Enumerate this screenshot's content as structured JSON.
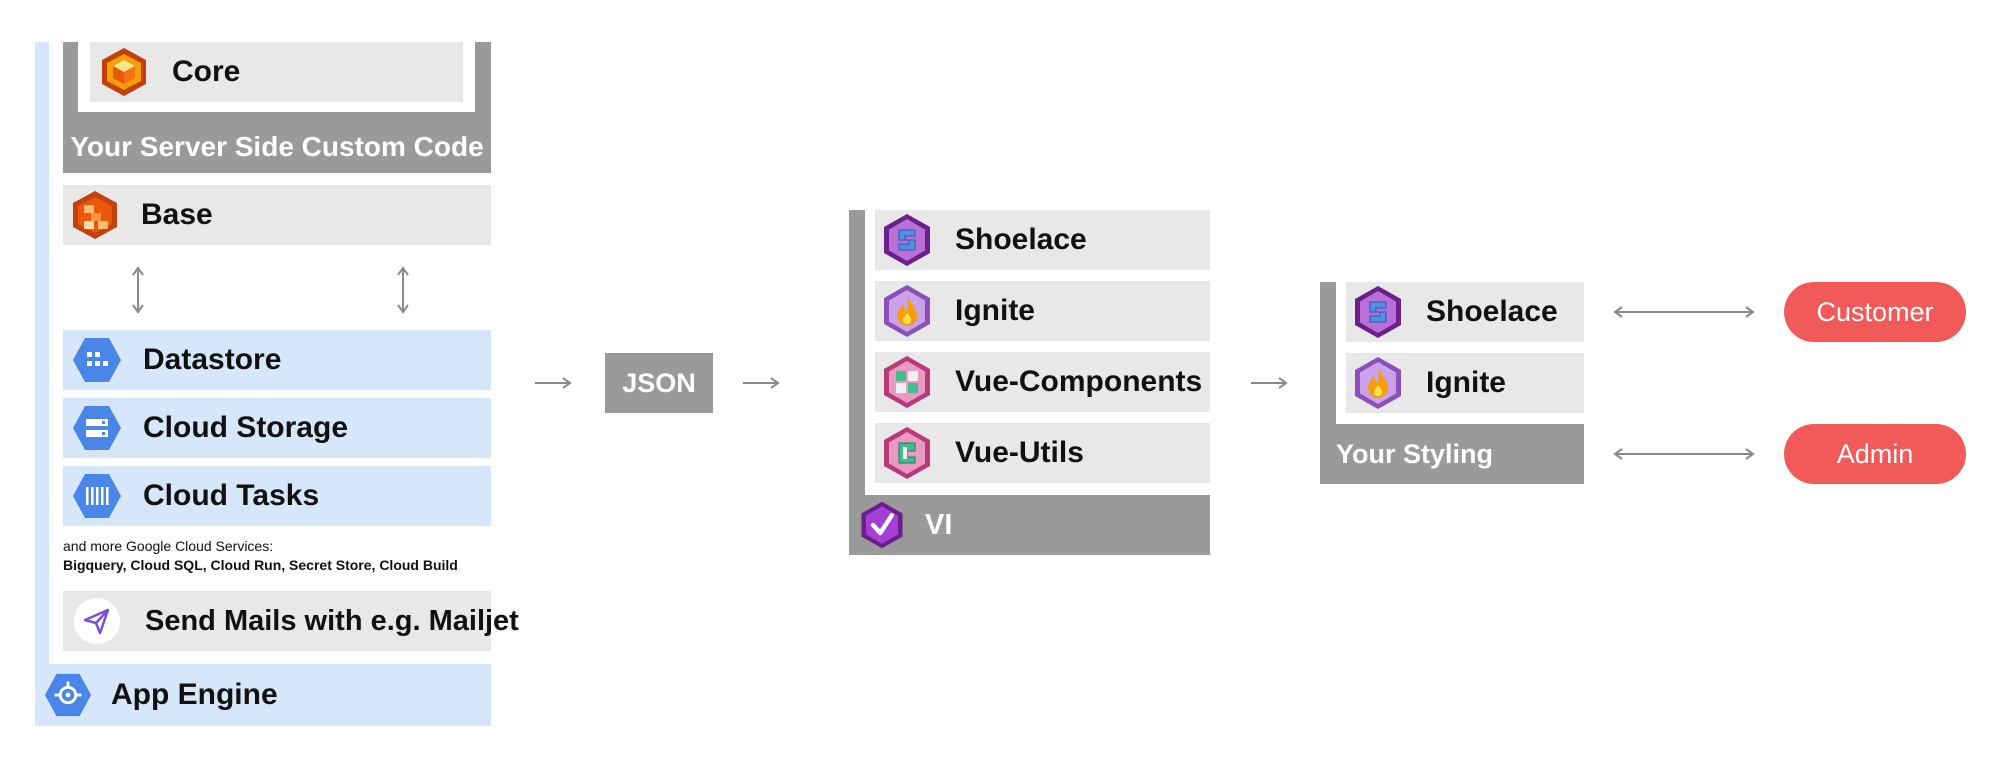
{
  "server": {
    "core_label": "Core",
    "custom_code_label": "Your Server Side Custom Code",
    "base_label": "Base"
  },
  "services": {
    "datastore_label": "Datastore",
    "cloud_storage_label": "Cloud Storage",
    "cloud_tasks_label": "Cloud Tasks",
    "more_services_intro": "and more Google Cloud Services:",
    "more_services_list": "Bigquery, Cloud SQL, Cloud Run, Secret Store, Cloud Build",
    "mail_label": "Send Mails with e.g. Mailjet",
    "app_engine_label": "App Engine"
  },
  "json_label": "JSON",
  "vi": {
    "items": [
      {
        "label": "Shoelace",
        "icon": "shoelace-icon"
      },
      {
        "label": "Ignite",
        "icon": "ignite-icon"
      },
      {
        "label": "Vue-Components",
        "icon": "vue-components-icon"
      },
      {
        "label": "Vue-Utils",
        "icon": "vue-utils-icon"
      }
    ],
    "footer_label": "VI"
  },
  "styling": {
    "items": [
      {
        "label": "Shoelace",
        "icon": "shoelace-icon"
      },
      {
        "label": "Ignite",
        "icon": "ignite-icon"
      }
    ],
    "footer_label": "Your Styling"
  },
  "users": {
    "customer_label": "Customer",
    "admin_label": "Admin"
  },
  "colors": {
    "grey_box": "#e8e8e8",
    "dark_grey": "#9a9a9a",
    "light_blue": "#d6e6fb",
    "google_blue": "#4a86e8",
    "orange": "#e8742a",
    "purple": "#8e3fb5",
    "user_red": "#f25a5a"
  }
}
